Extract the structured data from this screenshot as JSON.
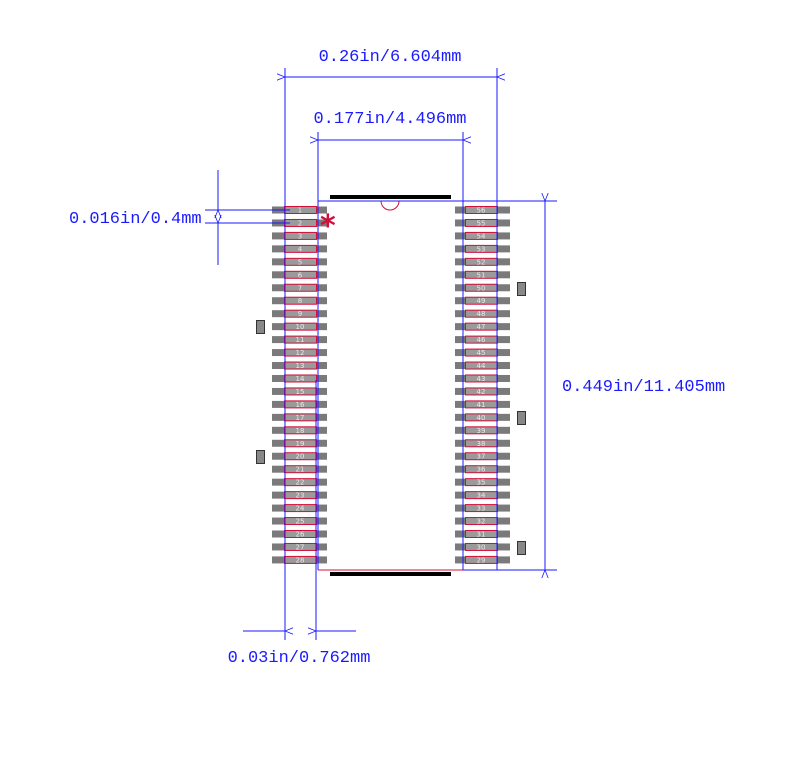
{
  "dimensions": {
    "overall_width": "0.26in/6.604mm",
    "body_width": "0.177in/4.496mm",
    "pitch": "0.016in/0.4mm",
    "length": "0.449in/11.405mm",
    "pad_width": "0.03in/0.762mm"
  },
  "pin1_marker": "*",
  "left_pins": [
    "1",
    "2",
    "3",
    "4",
    "5",
    "6",
    "7",
    "8",
    "9",
    "10",
    "11",
    "12",
    "13",
    "14",
    "15",
    "16",
    "17",
    "18",
    "19",
    "20",
    "21",
    "22",
    "23",
    "24",
    "25",
    "26",
    "27",
    "28"
  ],
  "right_pins": [
    "56",
    "55",
    "54",
    "53",
    "52",
    "51",
    "50",
    "49",
    "48",
    "47",
    "46",
    "45",
    "44",
    "43",
    "42",
    "41",
    "40",
    "39",
    "38",
    "37",
    "36",
    "35",
    "34",
    "33",
    "32",
    "31",
    "30",
    "29"
  ],
  "colors": {
    "dimension": "#1a1aff",
    "outline": "#d0103a",
    "pad": "#7a7a7a",
    "pad_inner": "#9a9a9a",
    "silk": "#000000"
  }
}
